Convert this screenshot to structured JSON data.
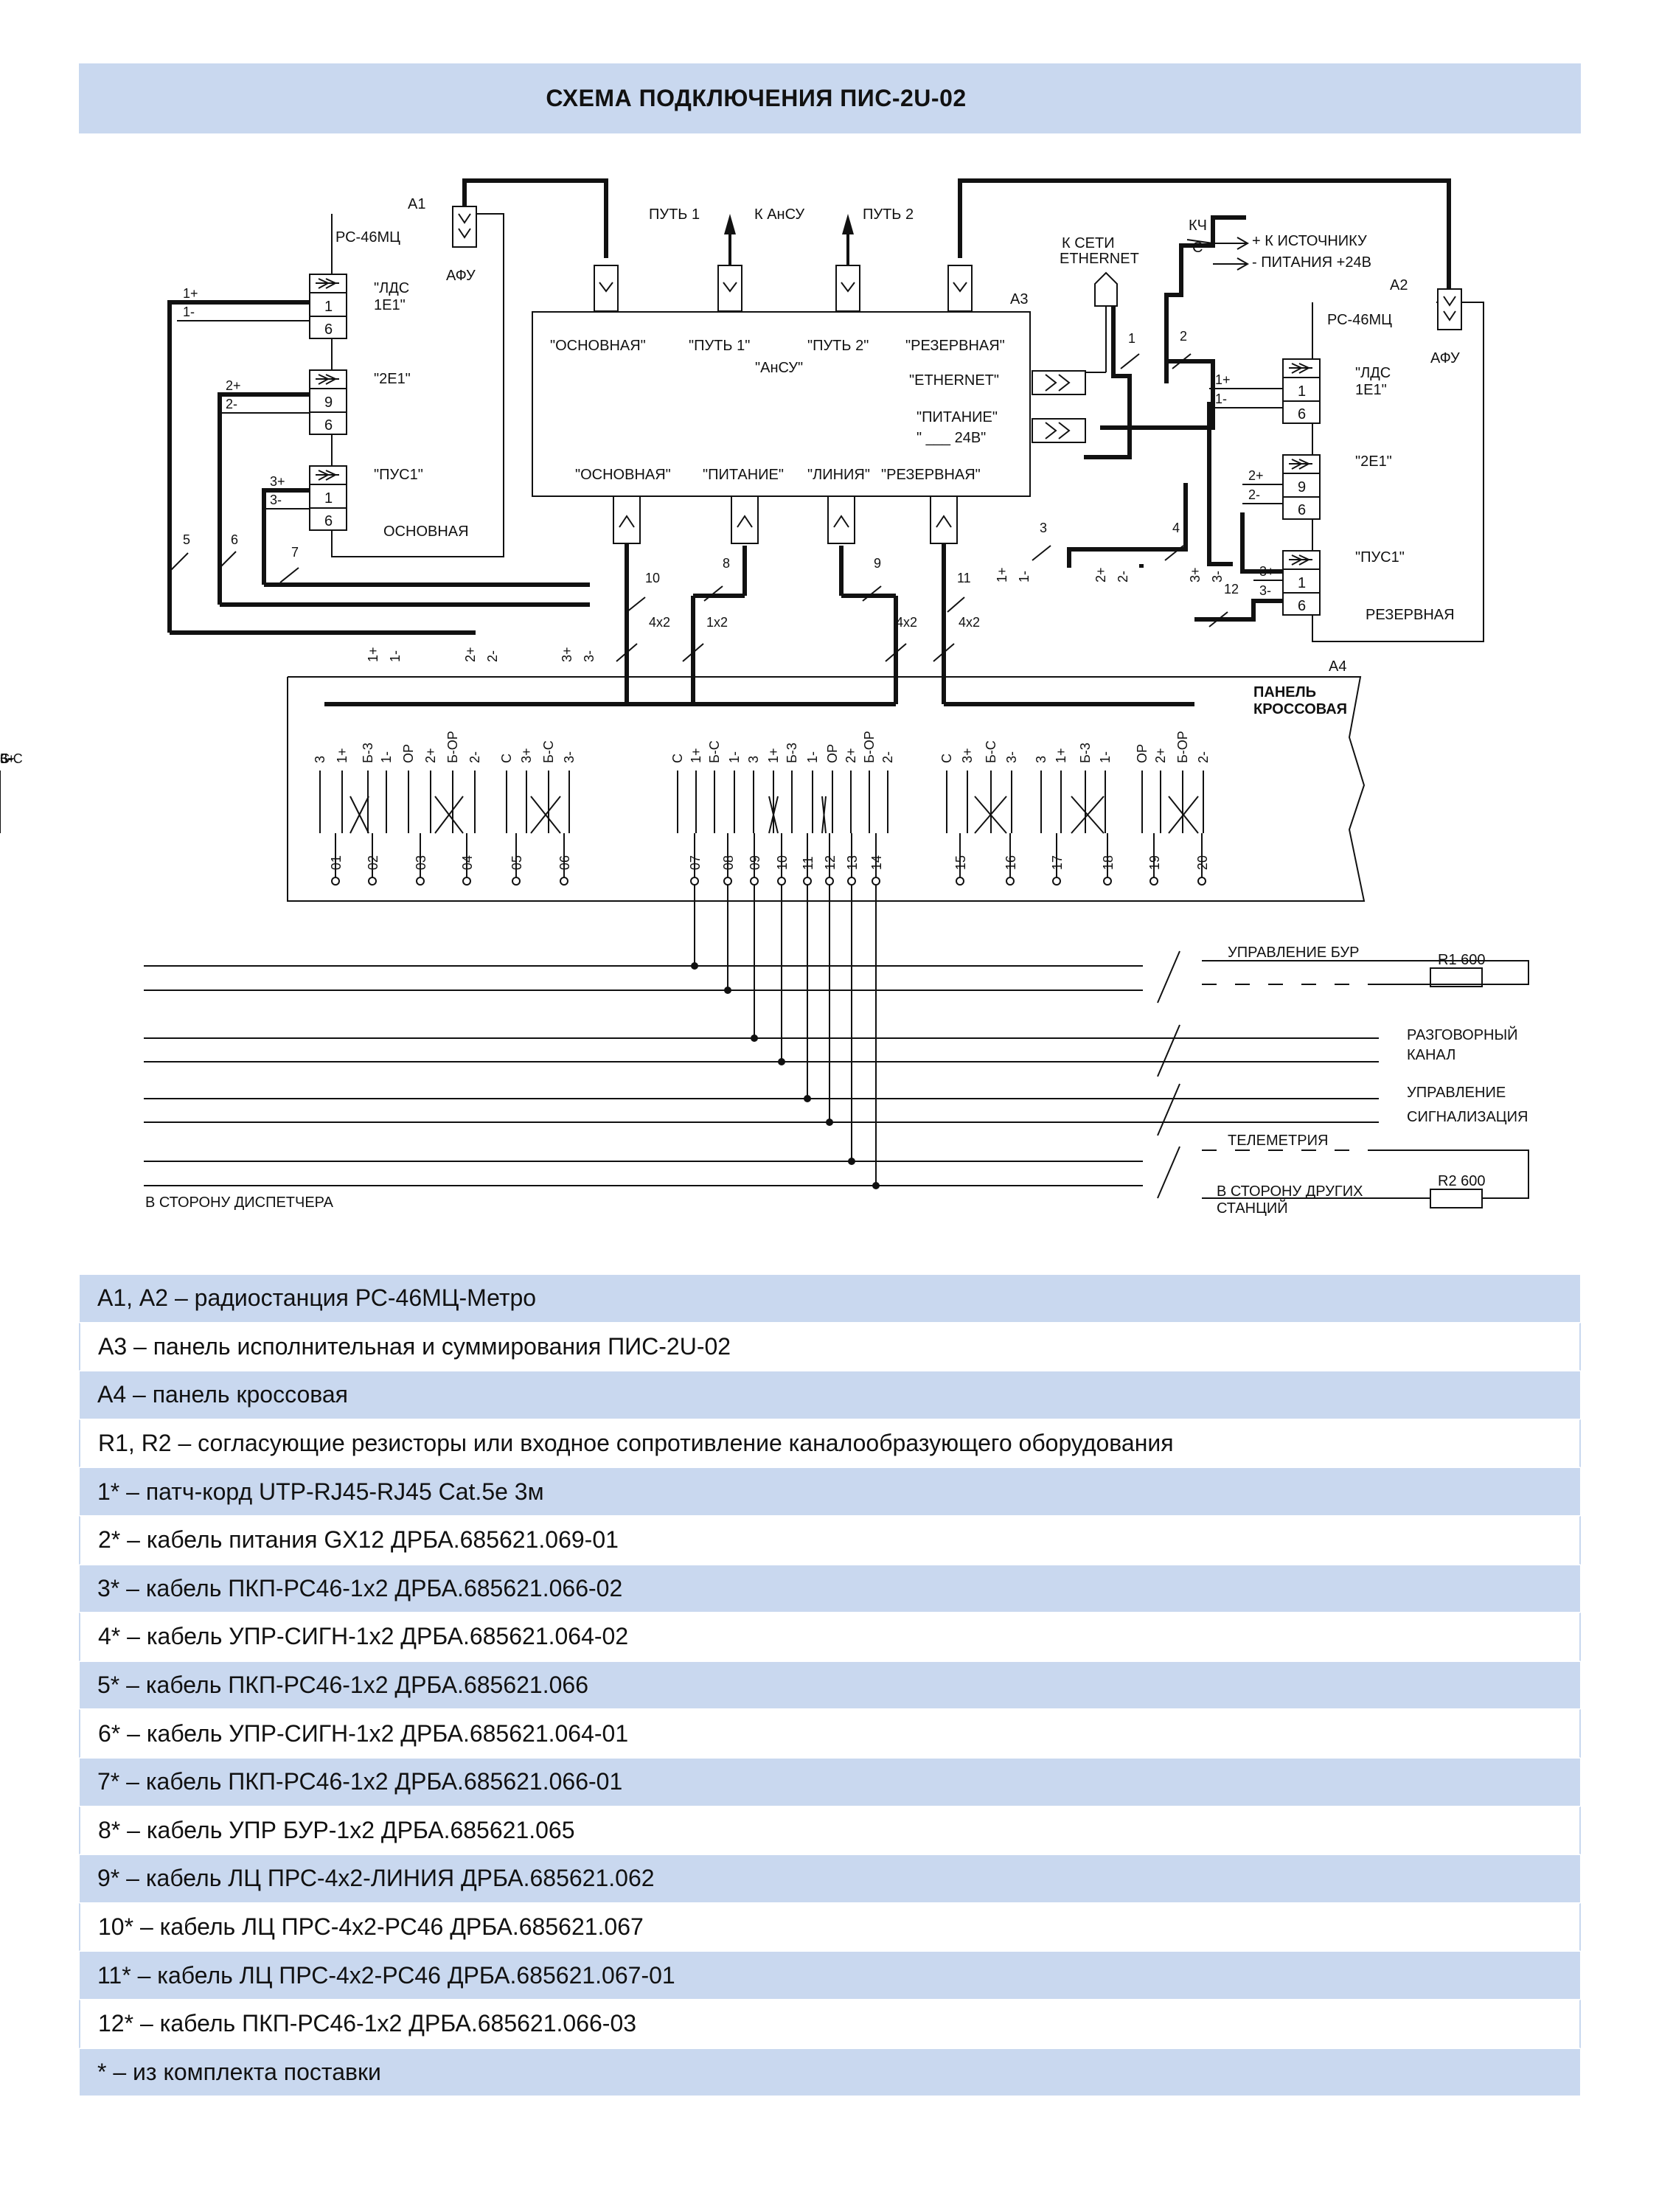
{
  "title": "СХЕМА ПОДКЛЮЧЕНИЯ ПИС-2U-02",
  "colors": {
    "band": "#c9d8ef",
    "line": "#111111"
  },
  "diagram": {
    "a1": {
      "tag": "A1",
      "radio": "РС-46МЦ",
      "afu": "АФУ",
      "ldc": "\"ЛДС",
      "ldc2": "1Е1\"",
      "e1": "\"2Е1\"",
      "pus": "\"ПУС1\"",
      "mode": "ОСНОВНАЯ",
      "pins": [
        "1",
        "6",
        "9",
        "6",
        "1",
        "6"
      ],
      "wires": [
        "1+",
        "1-",
        "2+",
        "2-",
        "3+",
        "3-"
      ]
    },
    "a2": {
      "tag": "A2",
      "radio": "РС-46МЦ",
      "afu": "АФУ",
      "ldc": "\"ЛДС",
      "ldc2": "1Е1\"",
      "e1": "\"2Е1\"",
      "pus": "\"ПУС1\"",
      "mode": "РЕЗЕРВНАЯ",
      "pins": [
        "1",
        "6",
        "9",
        "6",
        "1",
        "6"
      ],
      "wires": [
        "1+",
        "1-",
        "2+",
        "2-",
        "3+",
        "3-"
      ]
    },
    "a3": {
      "tag": "A3",
      "top_ports": [
        "\"ОСНОВНАЯ\"",
        "\"ПУТЬ 1\"",
        "\"ПУТЬ 2\"",
        "\"РЕЗЕРВНАЯ\""
      ],
      "ansu": "\"АнСУ\"",
      "ethernet": "\"ETHERNET\"",
      "power1": "\"ПИТАНИЕ\"",
      "power2": "\" ___ 24В\"",
      "bottom_ports": [
        "\"ОСНОВНАЯ\"",
        "\"ПИТАНИЕ\"",
        "\"ЛИНИЯ\"",
        "\"РЕЗЕРВНАЯ\""
      ]
    },
    "top": {
      "path1": "ПУТЬ 1",
      "to_ansu": "К АнСУ",
      "path2": "ПУТЬ 2",
      "net1": "К СЕТИ",
      "net2": "ETHERNET",
      "kch": "КЧ",
      "c": "С",
      "src1": "+  К ИСТОЧНИКУ",
      "src2": "-  ПИТАНИЯ +24В"
    },
    "cables": [
      "1",
      "2",
      "3",
      "4",
      "5",
      "6",
      "7",
      "8",
      "9",
      "10",
      "11",
      "12"
    ],
    "bundles": [
      "4х2",
      "1х2",
      "4х2",
      "4х2"
    ],
    "a4": {
      "tag": "A4",
      "label1": "ПАНЕЛЬ",
      "label2": "КРОССОВАЯ",
      "top_labels": [
        "1+",
        "1-",
        "2+",
        "2-",
        "3+",
        "3-",
        "1+",
        "1-",
        "2+",
        "2-",
        "3+",
        "3-"
      ],
      "block1": [
        "3",
        "1+",
        "Б-3",
        "1-",
        "ОР",
        "2+",
        "Б-ОР",
        "2-",
        "С",
        "3+",
        "Б-С",
        "3-"
      ],
      "block2": [
        "С",
        "1+",
        "Б-С",
        "1-",
        "3",
        "1+",
        "Б-3",
        "1-",
        "ОР",
        "2+",
        "Б-ОР",
        "2-",
        "С",
        "3+",
        "Б-С",
        "3-"
      ],
      "block3": [
        "3",
        "1+",
        "Б-3",
        "1-",
        "ОР",
        "2+",
        "Б-ОР",
        "2-",
        "С",
        "3+",
        "Б-С",
        "3-"
      ],
      "terminals": [
        "01",
        "02",
        "03",
        "04",
        "05",
        "06",
        "07",
        "08",
        "09",
        "10",
        "11",
        "12",
        "13",
        "14",
        "15",
        "16",
        "17",
        "18",
        "19",
        "20"
      ]
    },
    "lines": {
      "bur": "УПРАВЛЕНИЕ БУР",
      "r1": "R1   600",
      "talk1": "РАЗГОВОРНЫЙ",
      "talk2": "КАНАЛ",
      "ctrl1": "УПРАВЛЕНИЕ",
      "ctrl2": "СИГНАЛИЗАЦИЯ",
      "tele": "ТЕЛЕМЕТРИЯ",
      "r2": "R2   600",
      "other1": "В СТОРОНУ ДРУГИХ",
      "other2": "СТАНЦИЙ",
      "disp": "В СТОРОНУ ДИСПЕТЧЕРА"
    }
  },
  "legend": [
    "А1, А2 – радиостанция РС-46МЦ-Метро",
    "А3 – панель исполнительная и суммирования ПИС-2U-02",
    "А4 – панель кроссовая",
    "R1, R2 – согласующие резисторы или входное сопротивление каналообразующего оборудования",
    "1* – патч-корд UTP-RJ45-RJ45 Cat.5e 3м",
    "2* – кабель питания GX12 ДРБА.685621.069-01",
    "3* – кабель ПКП-РС46-1х2 ДРБА.685621.066-02",
    "4* – кабель УПР-СИГН-1х2 ДРБА.685621.064-02",
    "5* – кабель ПКП-РС46-1х2 ДРБА.685621.066",
    "6* – кабель УПР-СИГН-1х2 ДРБА.685621.064-01",
    "7* – кабель ПКП-РС46-1х2 ДРБА.685621.066-01",
    "8* – кабель УПР БУР-1х2 ДРБА.685621.065",
    "9* – кабель ЛЦ ПРС-4х2-ЛИНИЯ ДРБА.685621.062",
    "10* – кабель ЛЦ ПРС-4х2-РС46 ДРБА.685621.067",
    "11* – кабель ЛЦ ПРС-4х2-РС46 ДРБА.685621.067-01",
    "12* – кабель ПКП-РС46-1х2 ДРБА.685621.066-03",
    "* – из комплекта поставки"
  ]
}
